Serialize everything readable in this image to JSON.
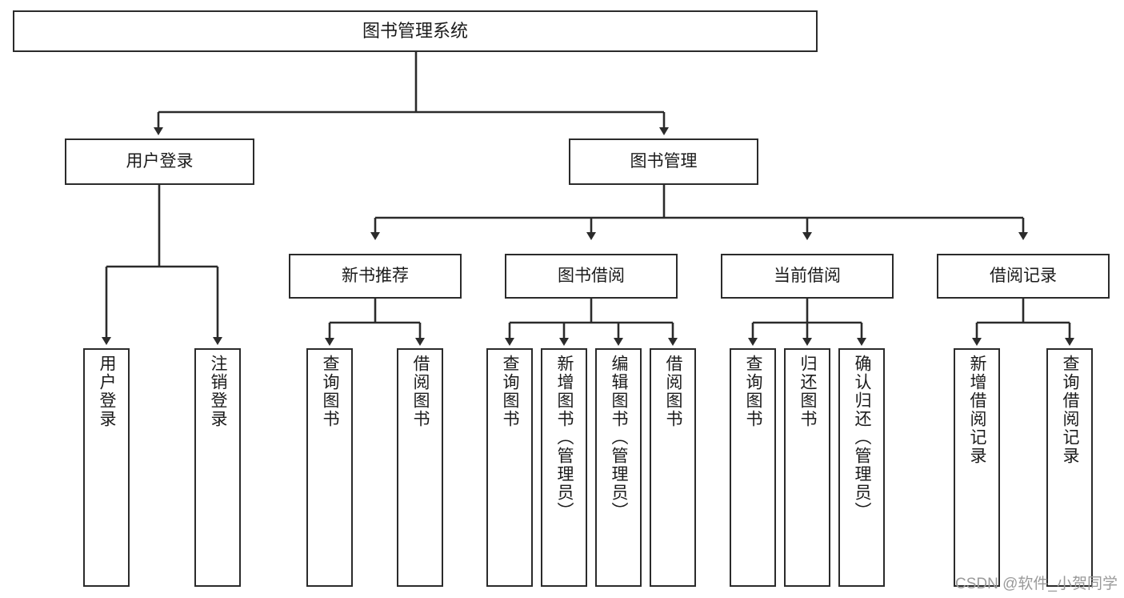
{
  "diagram": {
    "title": "图书管理系统",
    "root": {
      "id": "root",
      "label": "图书管理系统"
    },
    "level2": [
      {
        "id": "user-login",
        "label": "用户登录"
      },
      {
        "id": "book-manage",
        "label": "图书管理"
      }
    ],
    "level3": [
      {
        "id": "new-book-recommend",
        "label": "新书推荐"
      },
      {
        "id": "book-borrow",
        "label": "图书借阅"
      },
      {
        "id": "current-borrow",
        "label": "当前借阅"
      },
      {
        "id": "borrow-record",
        "label": "借阅记录"
      }
    ],
    "leaves": {
      "user_login": [
        {
          "id": "leaf-user-login",
          "label": "用户登录"
        },
        {
          "id": "leaf-logout",
          "label": "注销登录"
        }
      ],
      "new_book_recommend": [
        {
          "id": "leaf-query-book-1",
          "label": "查询图书"
        },
        {
          "id": "leaf-borrow-book-1",
          "label": "借阅图书"
        }
      ],
      "book_borrow": [
        {
          "id": "leaf-query-book-2",
          "label": "查询图书"
        },
        {
          "id": "leaf-add-book",
          "label": "新增图书（管理员）"
        },
        {
          "id": "leaf-edit-book",
          "label": "编辑图书（管理员）"
        },
        {
          "id": "leaf-borrow-book-2",
          "label": "借阅图书"
        }
      ],
      "current_borrow": [
        {
          "id": "leaf-query-book-3",
          "label": "查询图书"
        },
        {
          "id": "leaf-return-book",
          "label": "归还图书"
        },
        {
          "id": "leaf-confirm-return",
          "label": "确认归还（管理员）"
        }
      ],
      "borrow_record": [
        {
          "id": "leaf-add-record",
          "label": "新增借阅记录"
        },
        {
          "id": "leaf-query-record",
          "label": "查询借阅记录"
        }
      ]
    }
  },
  "watermark": {
    "text": "CSDN @软件_小贺同学"
  },
  "colors": {
    "stroke": "#2b2b2b",
    "background": "#ffffff",
    "text": "#1b1b1b",
    "watermark": "#9a9a9a"
  }
}
